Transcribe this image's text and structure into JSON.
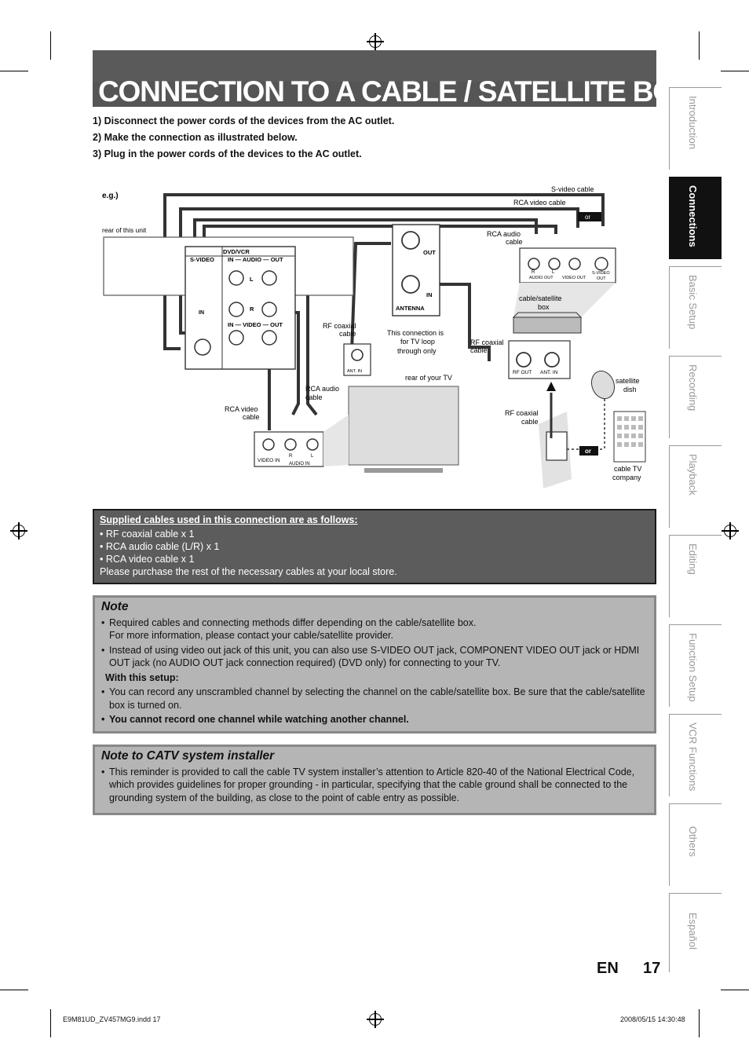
{
  "page": {
    "title": "CONNECTION TO A CABLE / SATELLITE BOX",
    "steps": [
      "1) Disconnect the power cords of the devices from the AC outlet.",
      "2) Make the connection as illustrated below.",
      "3) Plug in the power cords of the devices to the AC outlet."
    ],
    "lang": "EN",
    "number": "17"
  },
  "diagram": {
    "eg": "e.g.)",
    "rear_unit": "rear of this unit",
    "dvdvcr": "DVD/VCR",
    "svideo": "S-VIDEO",
    "audio_in_out": "IN — AUDIO — OUT",
    "video_in_out": "IN — VIDEO — OUT",
    "jack_l": "L",
    "jack_r": "R",
    "jack_in": "IN",
    "out": "OUT",
    "in": "IN",
    "antenna": "ANTENNA",
    "svideo_cable": "S-video cable",
    "rca_video_cable_top": "RCA video cable",
    "or_top": "or",
    "rca_audio_cable_top": [
      "RCA audio",
      "cable"
    ],
    "box_r": "R",
    "box_l": "L",
    "audio_out": "AUDIO OUT",
    "video_out": "VIDEO OUT",
    "svideo_out": [
      "S-VIDEO",
      "OUT"
    ],
    "cable_sat_box": [
      "cable/satellite",
      "box"
    ],
    "rf_coax_1": [
      "RF coaxial",
      "cable"
    ],
    "loop_note": [
      "This connection is",
      "for TV loop",
      "through only"
    ],
    "ant_in_small": "ANT. IN",
    "rf_coax_2": [
      "RF coaxial",
      "cable"
    ],
    "rf_out": "RF OUT",
    "ant_in": "ANT. IN",
    "rear_tv": "rear of your TV",
    "rca_audio_cable_mid": [
      "RCA audio",
      "cable"
    ],
    "rca_video_cable_mid": [
      "RCA video",
      "cable"
    ],
    "video_in": "VIDEO IN",
    "tv_r": "R",
    "tv_l": "L",
    "audio_in": "AUDIO IN",
    "satellite_dish": [
      "satellite",
      "dish"
    ],
    "rf_coax_3": [
      "RF coaxial",
      "cable"
    ],
    "or_bottom": "or",
    "cable_tv_company": [
      "cable TV",
      "company"
    ]
  },
  "supplied": {
    "heading": "Supplied cables used in this connection are as follows:",
    "items": [
      "RF coaxial cable x 1",
      "RCA audio cable (L/R) x 1",
      "RCA video cable x 1"
    ],
    "footer": "Please purchase the rest of the necessary cables at your local store."
  },
  "note": {
    "heading": "Note",
    "b1a": "Required cables and connecting methods differ depending on the cable/satellite box.",
    "b1b": "For more information, please contact your cable/satellite provider.",
    "b2": "Instead of using video out jack of this unit, you can also use S-VIDEO OUT jack, COMPONENT VIDEO OUT jack or HDMI OUT jack (no AUDIO OUT jack connection required) (DVD only) for connecting to your TV.",
    "subheading": "With this setup:",
    "b3": "You can record any unscrambled channel by selecting the channel on the cable/satellite box. Be sure that the cable/satellite box is turned on.",
    "b4": "You cannot record one channel while watching another channel."
  },
  "catv": {
    "heading": "Note to CATV system installer",
    "text": "This reminder is provided to call the cable TV system installer’s attention to Article 820-40 of the National Electrical Code, which provides guidelines for proper grounding - in particular, specifying that the cable ground shall be connected to the grounding system of the building, as close to the point of cable entry as possible."
  },
  "tabs": [
    "Introduction",
    "Connections",
    "Basic Setup",
    "Recording",
    "Playback",
    "Editing",
    "Function Setup",
    "VCR Functions",
    "Others",
    "Español"
  ],
  "footer": {
    "left": "E9M81UD_ZV457MG9.indd   17",
    "right": "2008/05/15   14:30:48"
  }
}
